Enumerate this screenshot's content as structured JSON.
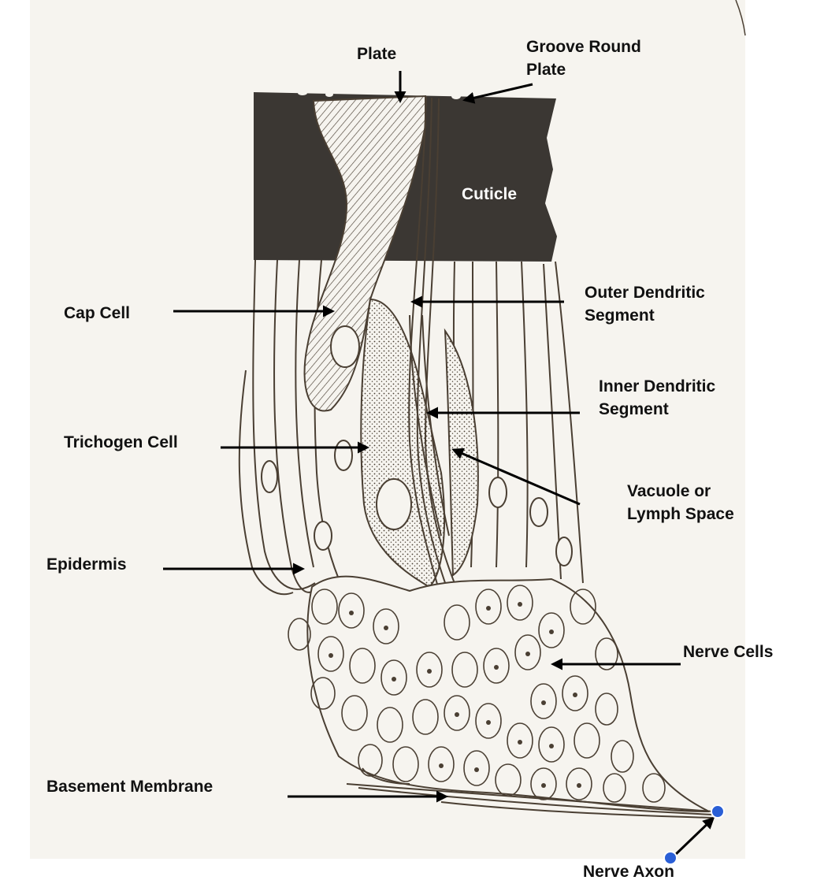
{
  "labels": {
    "plate": "Plate",
    "groove_round_plate": "Groove Round Plate",
    "cuticle": "Cuticle",
    "outer_dendritic_segment": "Outer Dendritic Segment",
    "cap_cell": "Cap Cell",
    "inner_dendritic_segment": "Inner Dendritic Segment",
    "trichogen_cell": "Trichogen Cell",
    "vacuole_or_lymph_space": "Vacuole or Lymph Space",
    "epidermis": "Epidermis",
    "nerve_cells": "Nerve Cells",
    "basement_membrane": "Basement Membrane",
    "nerve_axon": "Nerve Axon"
  },
  "colors": {
    "paper": "#f6f4ef",
    "cuticle": "#3b3733",
    "ink": "#4a3f33",
    "label_text": "#111111",
    "arrow": "#000000",
    "marker_dot": "#2a5fd6"
  }
}
